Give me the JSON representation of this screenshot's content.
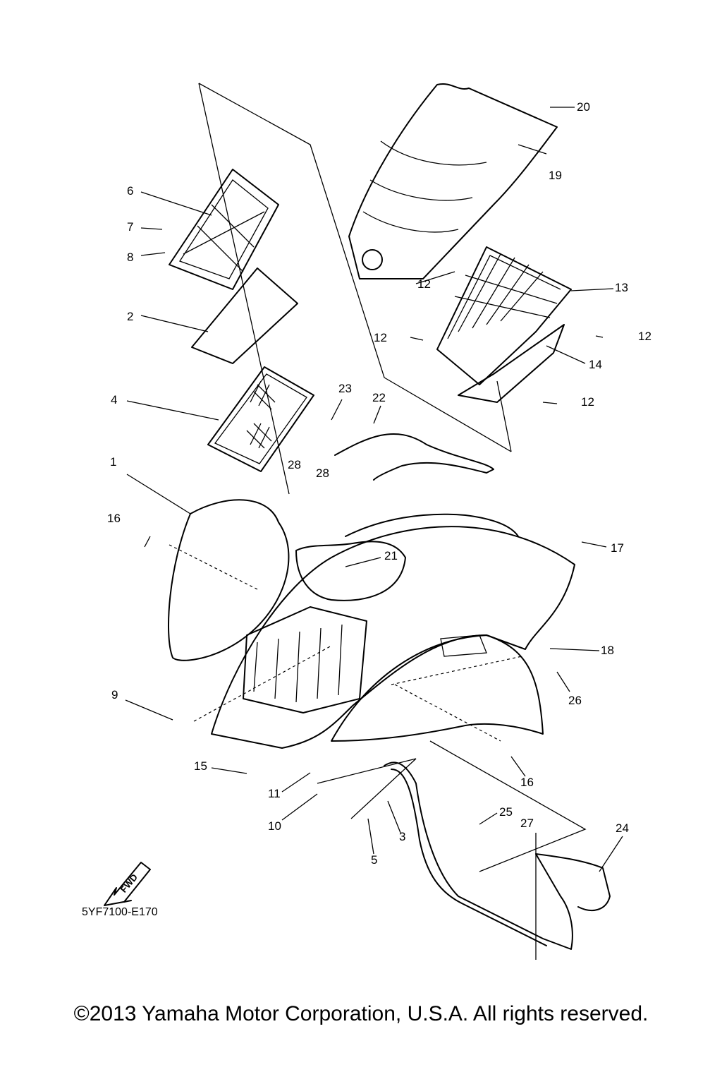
{
  "diagram": {
    "callouts": [
      "1",
      "2",
      "3",
      "4",
      "5",
      "6",
      "7",
      "8",
      "9",
      "10",
      "11",
      "12",
      "12",
      "12",
      "12",
      "13",
      "14",
      "15",
      "16",
      "16",
      "17",
      "18",
      "19",
      "20",
      "21",
      "22",
      "23",
      "24",
      "25",
      "26",
      "27",
      "28",
      "28"
    ],
    "fwd_label": "FWD",
    "diagram_code": "5YF7100-E170",
    "copyright": "©2013 Yamaha Motor Corporation, U.S.A. All rights reserved."
  }
}
